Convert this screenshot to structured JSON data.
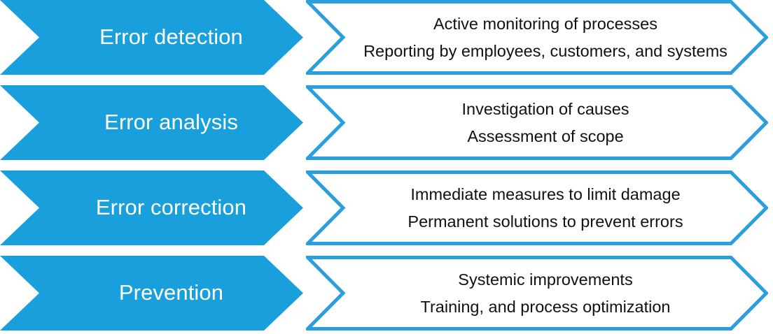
{
  "diagram": {
    "type": "chevron-process-flow",
    "orientation": "vertical-stages",
    "colors": {
      "accent_blue": "#19a0dc",
      "stage_text": "#ffffff",
      "detail_text": "#111111",
      "background": "#ffffff"
    },
    "rows": [
      {
        "stage": "Error detection",
        "details": [
          "Active monitoring of processes",
          "Reporting by employees, customers, and systems"
        ]
      },
      {
        "stage": "Error analysis",
        "details": [
          "Investigation of causes",
          "Assessment of scope"
        ]
      },
      {
        "stage": "Error correction",
        "details": [
          "Immediate measures to limit damage",
          "Permanent solutions to prevent errors"
        ]
      },
      {
        "stage": "Prevention",
        "details": [
          "Systemic improvements",
          "Training, and process optimization"
        ]
      }
    ]
  }
}
